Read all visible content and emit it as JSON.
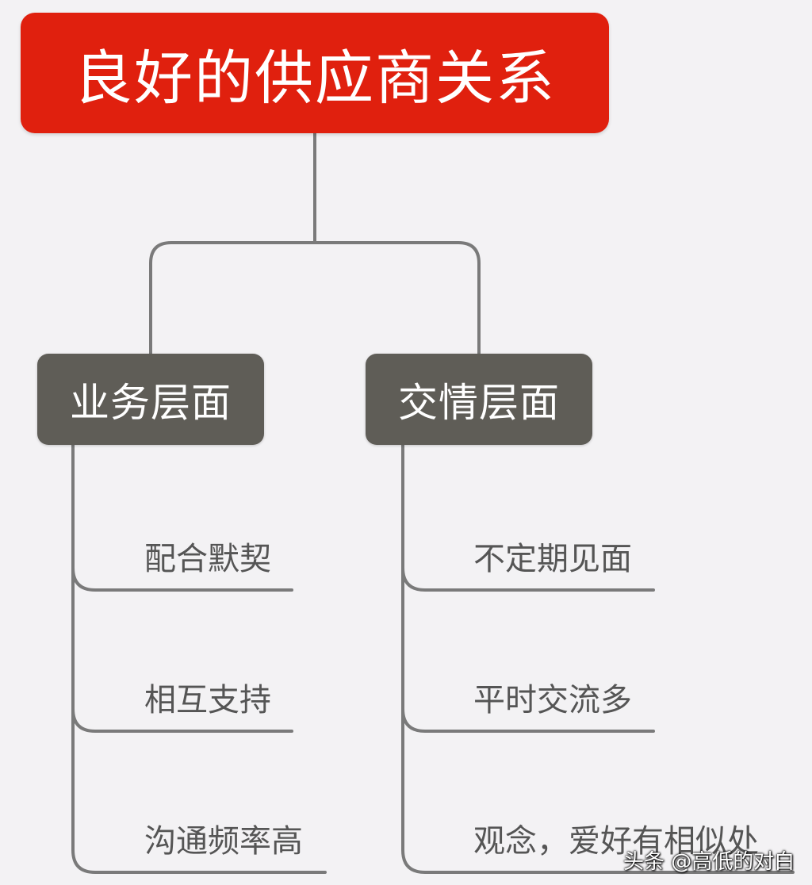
{
  "root": {
    "label": "良好的供应商关系"
  },
  "branches": [
    {
      "label": "业务层面",
      "items": [
        "配合默契",
        "相互支持",
        "沟通频率高"
      ]
    },
    {
      "label": "交情层面",
      "items": [
        "不定期见面",
        "平时交流多",
        "观念，爱好有相似处"
      ]
    }
  ],
  "watermark": "头条 @高低的对白",
  "colors": {
    "background": "#f3f2f4",
    "root_fill": "#e0200e",
    "branch_fill": "#5f5d57",
    "connector": "#7a7a7a",
    "leaf_text": "#555555"
  }
}
